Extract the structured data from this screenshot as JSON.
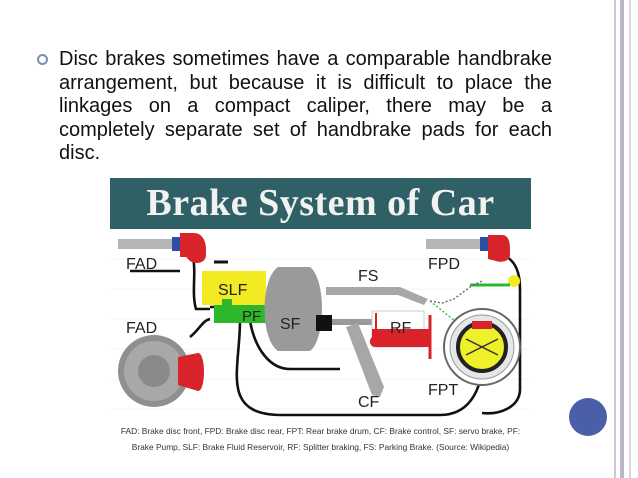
{
  "slide": {
    "bullet_text": "Disc brakes sometimes have a comparable handbrake arrangement, but because it is difficult to place the linkages on a compact caliper, there may be a completely separate set of handbrake pads for each disc."
  },
  "figure": {
    "title": "Brake System of Car",
    "labels": {
      "fad_top": "FAD",
      "fad_bottom": "FAD",
      "slf": "SLF",
      "pf": "PF",
      "sf": "SF",
      "fs": "FS",
      "rf": "RF",
      "fpd": "FPD",
      "fpt": "FPT",
      "cf": "CF"
    },
    "caption_line1": "FAD: Brake disc front, FPD: Brake disc rear, FPT: Rear brake drum, CF: Brake control, SF: servo brake, PF:",
    "caption_line2": "Brake Pump, SLF: Brake Fluid Reservoir, RF: Splitter braking, FS: Parking Brake. (Source: Wikipedia)"
  },
  "colors": {
    "title_bar": "#2f6066",
    "nav_dot": "#4a5fa8",
    "bullet_ring": "#7a8fb3",
    "caliper_red": "#d9232b",
    "reservoir_yellow": "#f2ea22",
    "pump_green": "#2db82a",
    "fpt_yellow": "#eef02a"
  }
}
